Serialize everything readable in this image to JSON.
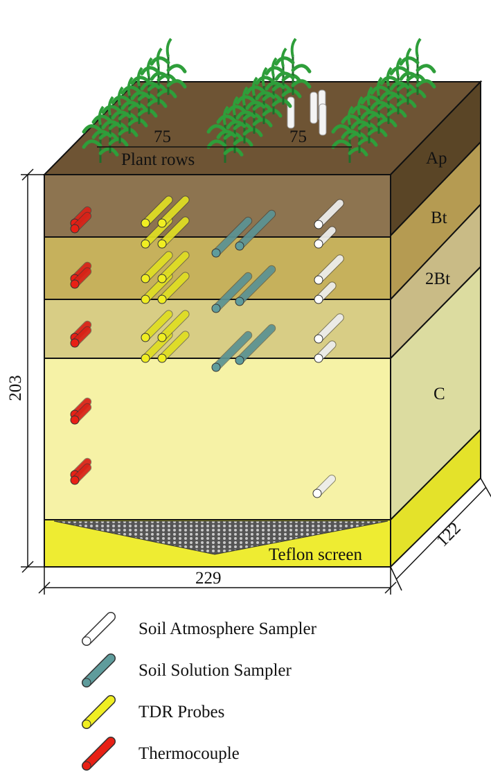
{
  "dimensions": {
    "height": "203",
    "width": "229",
    "depth": "122",
    "row_spacing": [
      "75",
      "75"
    ],
    "plant_rows": "Plant rows"
  },
  "horizons": {
    "ap": "Ap",
    "bt": "Bt",
    "bt2": "2Bt",
    "c": "C"
  },
  "bottom": {
    "teflon": "Teflon screen"
  },
  "legend": [
    {
      "label": "Soil Atmosphere Sampler",
      "color": "#ffffff",
      "icon": "soil-atmosphere-sampler-icon"
    },
    {
      "label": "Soil Solution Sampler",
      "color": "#5f9c9c",
      "icon": "soil-solution-sampler-icon"
    },
    {
      "label": "TDR Probes",
      "color": "#f0ee22",
      "icon": "tdr-probe-icon"
    },
    {
      "label": "Thermocouple",
      "color": "#e82015",
      "icon": "thermocouple-icon"
    }
  ],
  "colors": {
    "surface_top": "#6e5434",
    "ap_front": "#8d7450",
    "bt_front": "#c6b15c",
    "bt2_front": "#d8cd85",
    "c_front": "#f6f2a6",
    "base_front": "#eeec32",
    "plant": "#2e9e3a"
  }
}
